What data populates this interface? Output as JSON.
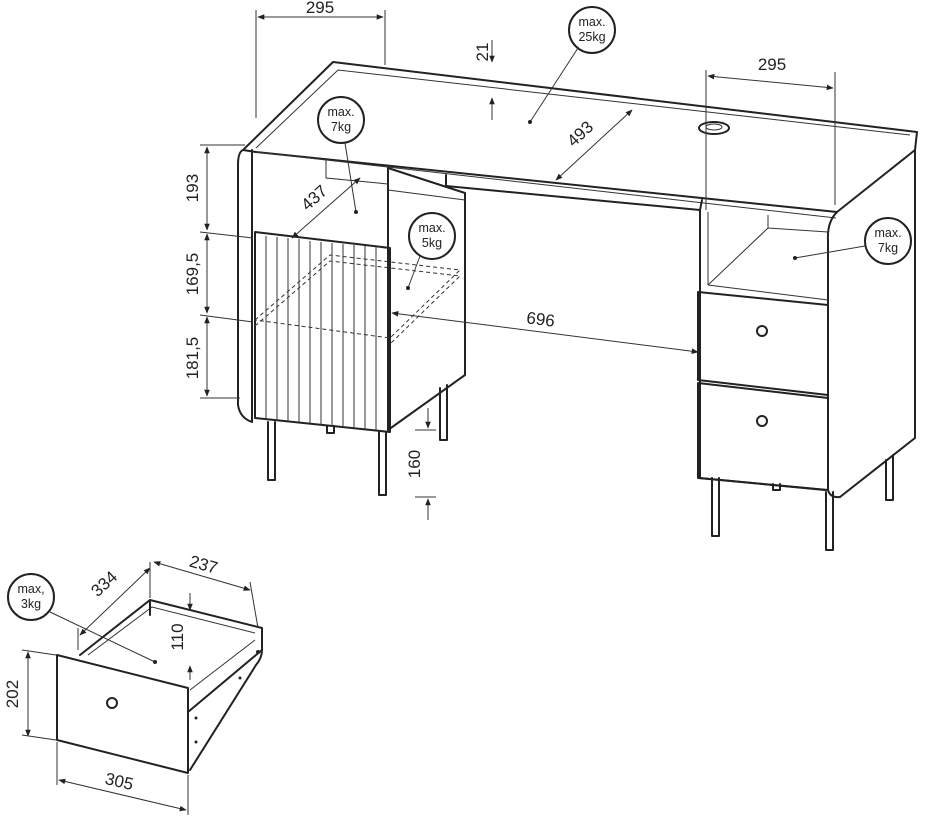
{
  "desk": {
    "top_width_left": "295",
    "top_width_right": "295",
    "top_lip": "21",
    "top_depth": "493",
    "shelf_depth": "437",
    "compartment_top": "193",
    "compartment_middle": "169,5",
    "compartment_bottom": "181,5",
    "leg_height": "160",
    "knee_width": "696",
    "load_top": [
      "max.",
      "25kg"
    ],
    "load_left_shelf": [
      "max.",
      "7kg"
    ],
    "load_inner_shelf": [
      "max.",
      "5kg"
    ],
    "load_right_shelf": [
      "max.",
      "7kg"
    ]
  },
  "drawer": {
    "depth": "334",
    "width": "237",
    "inner_height": "110",
    "front_height": "202",
    "front_width": "305",
    "load": [
      "max,",
      "3kg"
    ]
  }
}
